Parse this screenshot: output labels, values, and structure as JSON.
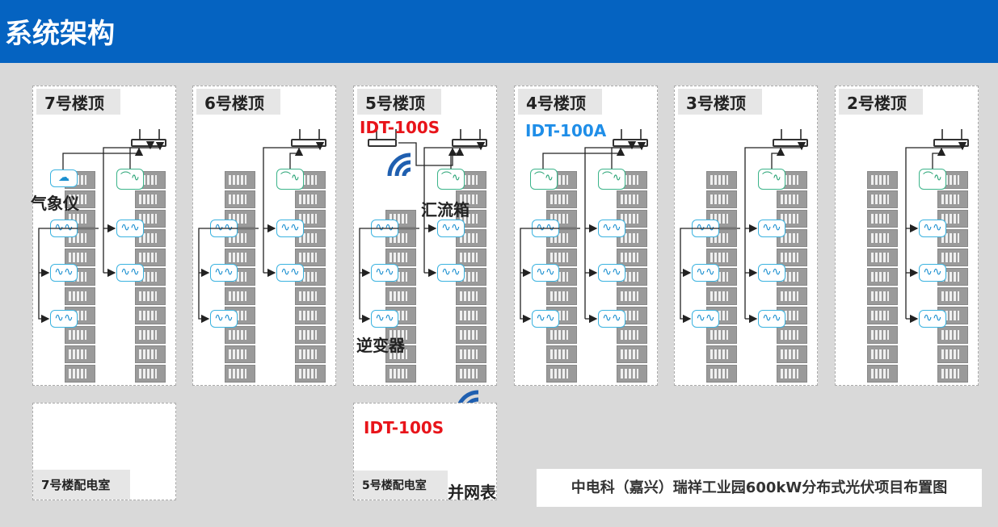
{
  "header": {
    "title": "系统架构"
  },
  "panels": [
    {
      "label": "7号楼顶"
    },
    {
      "label": "6号楼顶"
    },
    {
      "label": "5号楼顶"
    },
    {
      "label": "4号楼顶"
    },
    {
      "label": "3号楼顶"
    },
    {
      "label": "2号楼顶"
    }
  ],
  "devices": {
    "weather_station": "气象仪",
    "combiner_box": "汇流箱",
    "inverter": "逆变器",
    "idt_100s_roof": "IDT-100S",
    "idt_100a": "IDT-100A",
    "idt_100s_room": "IDT-100S",
    "grid_meter": "并网表"
  },
  "rooms": [
    {
      "label": "7号楼配电室"
    },
    {
      "label": "5号楼配电室"
    }
  ],
  "caption": "中电科（嘉兴）瑞祥工业园600kW分布式光伏项目布置图",
  "colors": {
    "header": "#0563c1",
    "red_label": "#e8141a",
    "blue_label": "#1f8ee8"
  }
}
